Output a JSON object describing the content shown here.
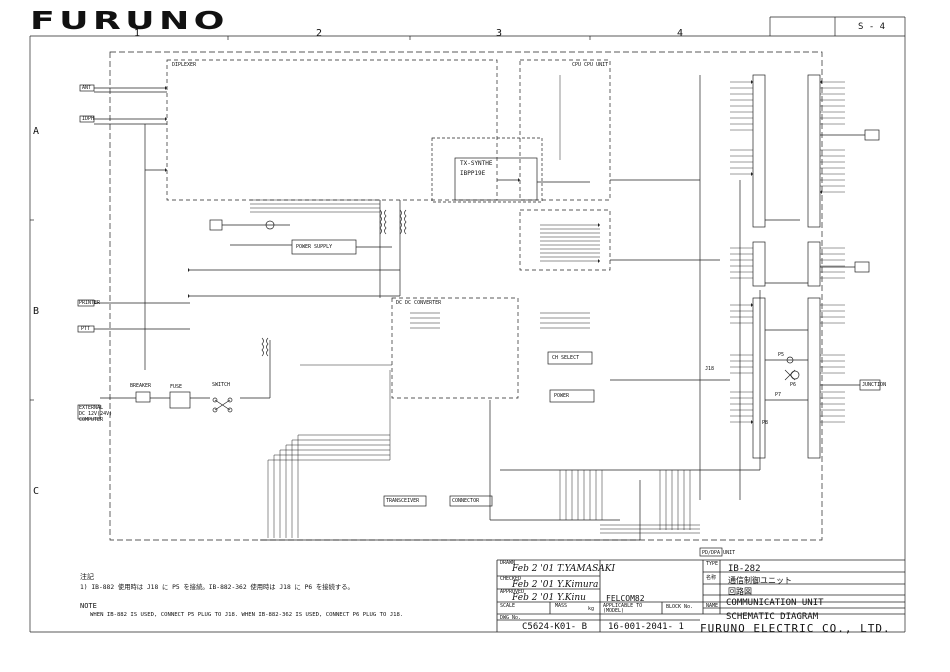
{
  "header": {
    "logo": "FURUNO",
    "sheet_no": "S - 4",
    "columns": [
      "1",
      "2",
      "3",
      "4"
    ],
    "rows": [
      "A",
      "B",
      "C"
    ]
  },
  "components": {
    "left_ports": [
      "ANT",
      "IDPH",
      "PRINTER",
      "PTT",
      "EXTERNAL\nDC 12V(24V)\nCOMPUTER"
    ],
    "crystal_label": "TX-SYNTHE",
    "filter_label": "IBPP19E",
    "switch_label": "SWITCH",
    "fuse_label": "FUSE",
    "breaker_label": "BREAKER",
    "block_labels": [
      "CPU CPU UNIT",
      "DIPLEXER",
      "POWER SUPPLY",
      "DC DC CONVERTER",
      "CH SELECT",
      "POWER",
      "TRANSCEIVER",
      "JUNCTION",
      "CONNECTOR",
      "PD/DPA UNIT"
    ],
    "switch_names": [
      "J18",
      "P5",
      "P6",
      "P7",
      "P8"
    ]
  },
  "notes": {
    "jp_title": "注記",
    "jp_text": "1) IB-882 使用時は J18 に P5 を接続。IB-882-362 使用時は J18 に P6 を接続する。",
    "en_title": "NOTE",
    "en_text": "WHEN IB-882 IS USED, CONNECT P5 PLUG TO J18. WHEN IB-882-362 IS USED, CONNECT P6 PLUG TO J18."
  },
  "title_block": {
    "drawn_label": "DRAWN",
    "drawn_sig": "Feb 2 '01 T.YAMASAKI",
    "checked_label": "CHECKED",
    "checked_sig": "Feb 2 '01 Y.Kimura",
    "approved_label": "APPROVED",
    "approved_sig": "Feb 2 '01 Y.Kinu",
    "scale_label": "SCALE",
    "mass_label": "MASS",
    "mass_unit": "kg",
    "model_label": "FELCOM82",
    "applicable_label": "APPLICABLE TO\n(MODEL)",
    "block_label": "BLOCK No.",
    "dwg_label": "DWG No.",
    "dwg_no": "C5624-K01- B",
    "part_no": "16-001-2041- 1",
    "type_label": "TYPE",
    "type_value": "IB-282",
    "name_jp_label": "名称",
    "name_jp_value": "通信制御ユニット",
    "diagram_jp": "回路図",
    "name_label": "NAME",
    "name_value": "COMMUNICATION UNIT",
    "diagram_value": "SCHEMATIC DIAGRAM",
    "company": "FURUNO ELECTRIC CO., LTD."
  }
}
